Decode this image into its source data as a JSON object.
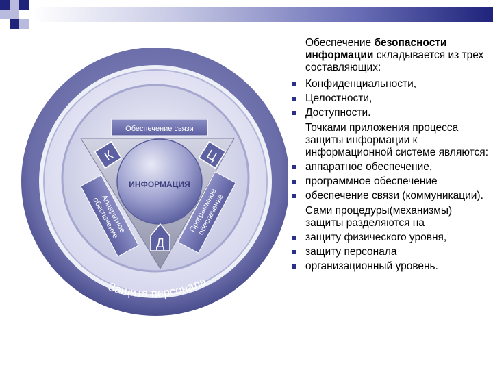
{
  "colors": {
    "accent_dark": "#1f237a",
    "ring_outer": "#5c5fa0",
    "ring_light": "#c4c6e2",
    "bullet": "#2b2f8a"
  },
  "diagram": {
    "center": "ИНФОРМАЦИЯ",
    "top_band": "Обеспечение связи",
    "left_band": "Аппаратное обеспечение",
    "right_band": "Программное обеспечение",
    "outer_ring": "Защита персонала",
    "letter_k": "К",
    "letter_c": "Ц",
    "letter_d": "Д"
  },
  "text": {
    "intro_pre": "Обеспечение ",
    "intro_bold": "безопасности информации",
    "intro_post": " складывается из трех составляющих:",
    "list1": [
      "Конфиденциальности,",
      "Целостности,",
      "Доступности."
    ],
    "para2": "Точками приложения процесса защиты информации к информационной системе являются:",
    "list2": [
      "аппаратное обеспечение,",
      "программное обеспечение",
      "обеспечение связи (коммуникации)."
    ],
    "para3": "Сами процедуры(механизмы) защиты разделяются на",
    "list3": [
      "защиту физического уровня,",
      "защиту персонала",
      "организационный уровень."
    ]
  }
}
